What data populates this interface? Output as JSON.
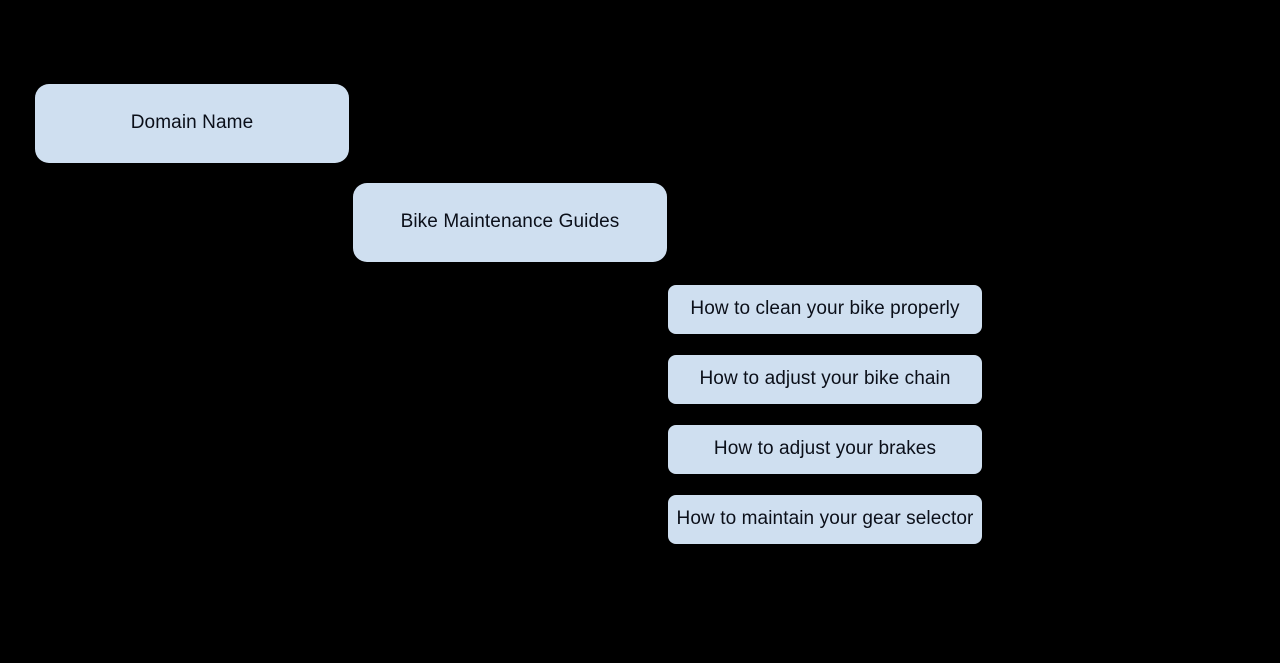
{
  "diagram": {
    "type": "hierarchy-tree",
    "orientation": "cascading-indent",
    "background_color": "#000000",
    "node_fill_color": "#cfdff0",
    "node_text_color": "#0b0f19",
    "levels": 3,
    "connectors_visible": false
  },
  "root": {
    "label": "Domain Name",
    "level": 1
  },
  "category": {
    "label": "Bike Maintenance Guides",
    "level": 2
  },
  "pages": {
    "level": 3,
    "items": [
      {
        "label": "How to clean your bike properly"
      },
      {
        "label": "How to adjust your bike chain"
      },
      {
        "label": "How to adjust your brakes"
      },
      {
        "label": "How to maintain your gear selector"
      }
    ]
  }
}
